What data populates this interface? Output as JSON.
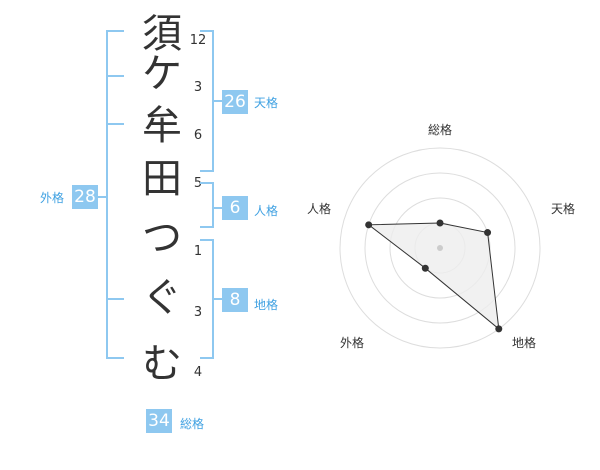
{
  "name": {
    "characters": [
      "須",
      "ケ",
      "牟",
      "田",
      "つ",
      "ぐ",
      "む"
    ],
    "strokes": [
      "12",
      "3",
      "6",
      "5",
      "1",
      "3",
      "4"
    ]
  },
  "grades": {
    "tenkaku": {
      "value": "26",
      "label": "天格"
    },
    "jinkaku": {
      "value": "6",
      "label": "人格"
    },
    "chikaku": {
      "value": "8",
      "label": "地格"
    },
    "gaikaku": {
      "value": "28",
      "label": "外格"
    },
    "soukaku": {
      "value": "34",
      "label": "総格"
    }
  },
  "radar": {
    "labels": {
      "top": "総格",
      "right": "天格",
      "bottom_right": "地格",
      "bottom_left": "外格",
      "left": "人格"
    },
    "ring_count": 4,
    "values": {
      "soukaku": 1,
      "tenkaku": 2,
      "chikaku": 4,
      "gaikaku": 1,
      "jinkaku": 3
    }
  },
  "colors": {
    "accent": "#8ec8f0",
    "label": "#3fa1e2",
    "text": "#333333",
    "grid": "#dddddd"
  }
}
